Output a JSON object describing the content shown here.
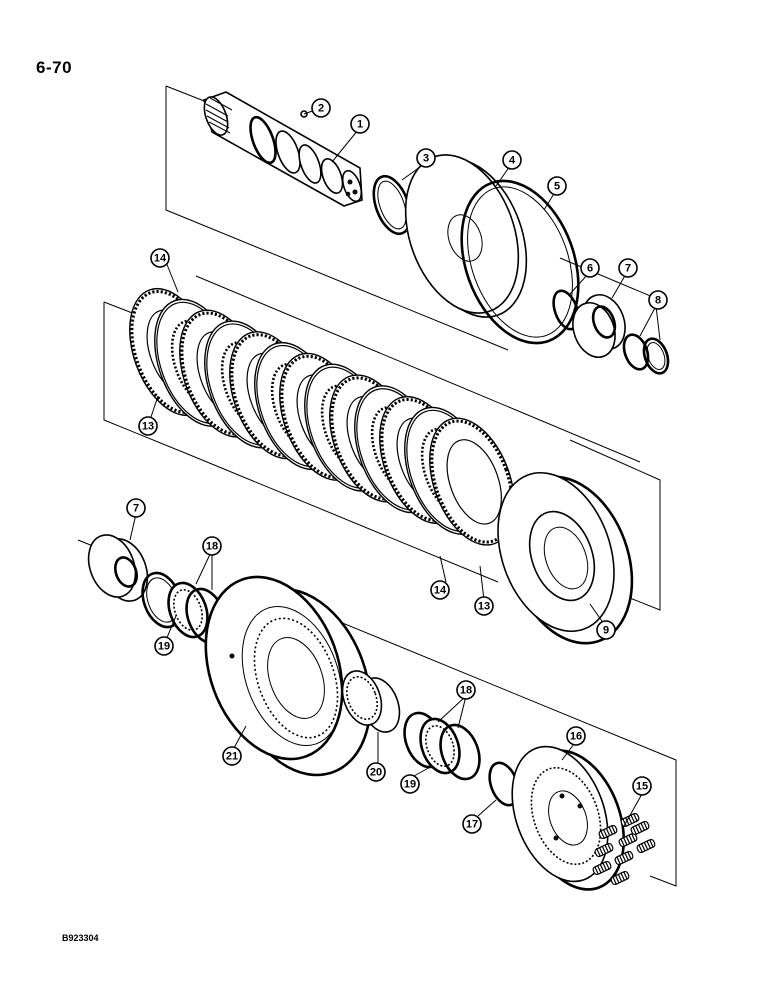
{
  "page": {
    "number": "6-70",
    "figure_code": "B923304"
  },
  "callouts": [
    {
      "id": "c1",
      "label": "1"
    },
    {
      "id": "c2",
      "label": "2"
    },
    {
      "id": "c3",
      "label": "3"
    },
    {
      "id": "c4",
      "label": "4"
    },
    {
      "id": "c5",
      "label": "5"
    },
    {
      "id": "c6",
      "label": "6"
    },
    {
      "id": "c7a",
      "label": "7"
    },
    {
      "id": "c8",
      "label": "8"
    },
    {
      "id": "c14a",
      "label": "14"
    },
    {
      "id": "c13a",
      "label": "13"
    },
    {
      "id": "c7b",
      "label": "7"
    },
    {
      "id": "c18a",
      "label": "18"
    },
    {
      "id": "c19a",
      "label": "19"
    },
    {
      "id": "c14b",
      "label": "14"
    },
    {
      "id": "c13b",
      "label": "13"
    },
    {
      "id": "c9",
      "label": "9"
    },
    {
      "id": "c21",
      "label": "21"
    },
    {
      "id": "c18b",
      "label": "18"
    },
    {
      "id": "c20",
      "label": "20"
    },
    {
      "id": "c19b",
      "label": "19"
    },
    {
      "id": "c16",
      "label": "16"
    },
    {
      "id": "c17",
      "label": "17"
    },
    {
      "id": "c15",
      "label": "15"
    }
  ]
}
